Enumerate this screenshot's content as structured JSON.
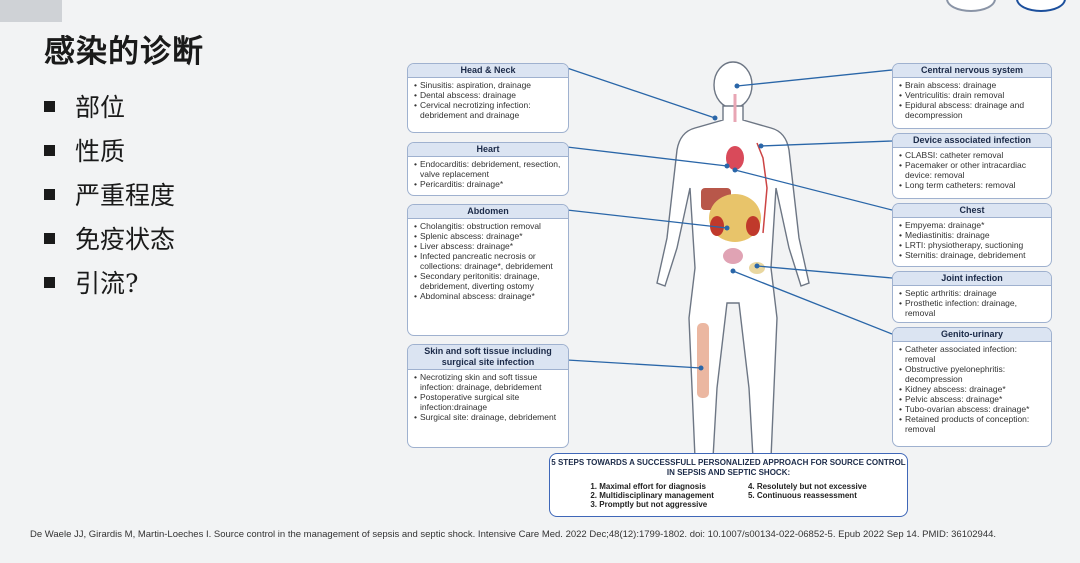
{
  "title": "感染的诊断",
  "bullets": [
    "部位",
    "性质",
    "严重程度",
    "免疫状态",
    "引流?"
  ],
  "boxes": {
    "head_neck": {
      "title": "Head & Neck",
      "items": [
        "Sinusitis: aspiration, drainage",
        "Dental abscess: drainage",
        "Cervical necrotizing infection: debridement and drainage"
      ]
    },
    "heart": {
      "title": "Heart",
      "items": [
        "Endocarditis: debridement, resection, valve replacement",
        "Pericarditis: drainage*"
      ]
    },
    "abdomen": {
      "title": "Abdomen",
      "items": [
        "Cholangitis: obstruction removal",
        "Splenic abscess: drainage*",
        "Liver abscess: drainage*",
        "Infected pancreatic necrosis or collections: drainage*, debridement",
        "Secondary peritonitis: drainage, debridement, diverting ostomy",
        "Abdominal abscess: drainage*"
      ]
    },
    "skin": {
      "title": "Skin and soft tissue including surgical site infection",
      "items": [
        "Necrotizing skin and soft tissue infection: drainage, debridement",
        "Postoperative surgical site infection:drainage",
        "Surgical site: drainage, debridement"
      ]
    },
    "cns": {
      "title": "Central nervous system",
      "items": [
        "Brain abscess: drainage",
        "Ventriculitis: drain removal",
        "Epidural abscess: drainage and decompression"
      ]
    },
    "device": {
      "title": "Device associated infection",
      "items": [
        "CLABSI: catheter removal",
        "Pacemaker or other intracardiac device: removal",
        "Long term catheters: removal"
      ]
    },
    "chest": {
      "title": "Chest",
      "items": [
        "Empyema: drainage*",
        "Mediastinitis: drainage",
        "LRTI: physiotherapy, suctioning",
        "Sternitis: drainage, debridement"
      ]
    },
    "joint": {
      "title": "Joint infection",
      "items": [
        "Septic arthritis: drainage",
        "Prosthetic infection: drainage, removal"
      ]
    },
    "genito": {
      "title": "Genito-urinary",
      "items": [
        "Catheter associated infection: removal",
        "Obstructive pyelonephritis: decompression",
        "Kidney abscess: drainage*",
        "Pelvic abscess: drainage*",
        "Tubo-ovarian abscess: drainage*",
        "Retained products of conception: removal"
      ]
    }
  },
  "steps": {
    "title": "5 STEPS TOWARDS A SUCCESSFULL PERSONALIZED APPROACH FOR SOURCE CONTROL IN SEPSIS AND SEPTIC SHOCK:",
    "left": [
      "1. Maximal effort for diagnosis",
      "2. Multidisciplinary management",
      "3. Promptly but not aggressive"
    ],
    "right": [
      "4. Resolutely but not excessive",
      "5. Continuous reassessment"
    ]
  },
  "citation": "De Waele JJ, Girardis M, Martin-Loeches I. Source control in the management of sepsis and septic shock. Intensive Care Med. 2022 Dec;48(12):1799-1802. doi: 10.1007/s00134-022-06852-5. Epub 2022 Sep 14. PMID: 36102944.",
  "colors": {
    "accent": "#3f67b8",
    "box_header": "#dbe4f2",
    "line": "#2a66a8"
  }
}
